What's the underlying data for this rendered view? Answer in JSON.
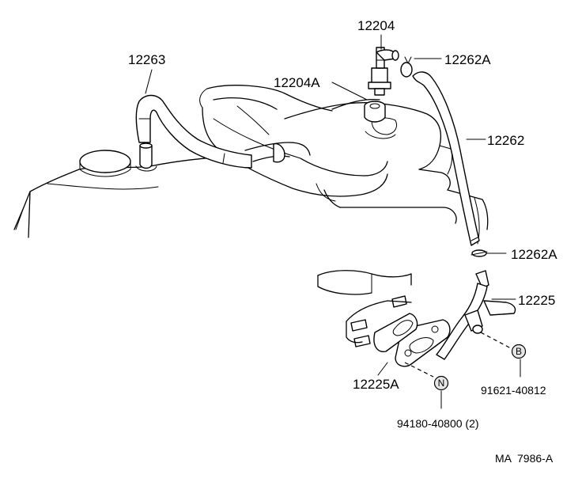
{
  "parts": {
    "p12204": "12204",
    "p12262A_top": "12262A",
    "p12263": "12263",
    "p12204A": "12204A",
    "p12262": "12262",
    "p12262A_mid": "12262A",
    "p12225": "12225",
    "p12225A": "12225A"
  },
  "fasteners": {
    "bolt_marker": "B",
    "bolt_code": "91621-40812",
    "nut_marker": "N",
    "nut_code": "94180-40800 (2)"
  },
  "figure_code": "MA  7986-A"
}
